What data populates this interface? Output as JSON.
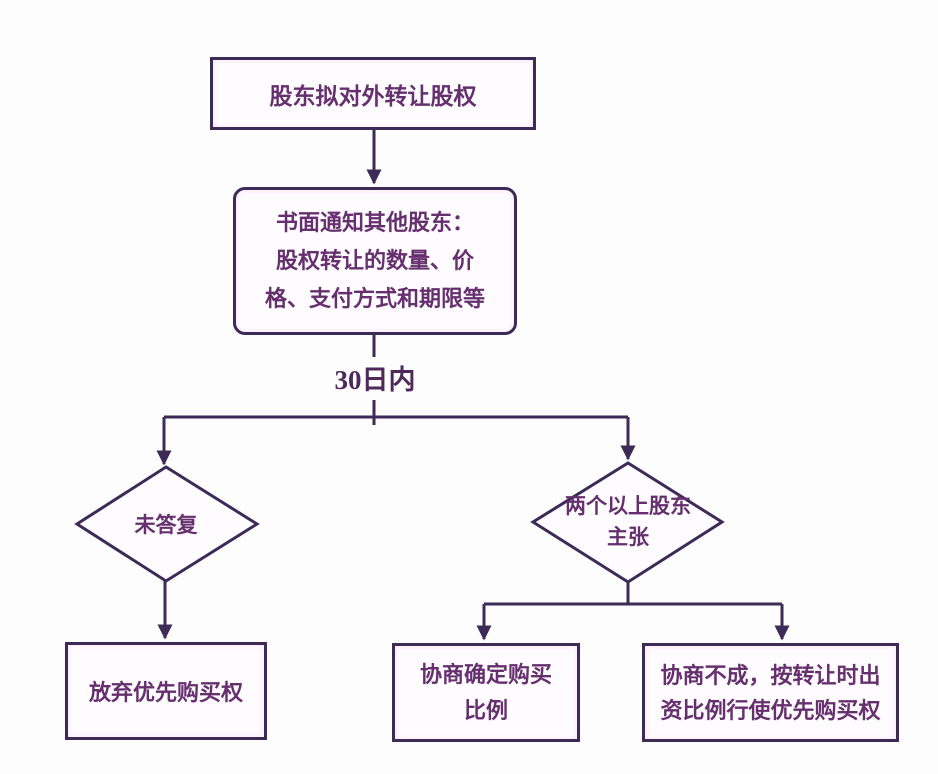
{
  "colors": {
    "line": "#3d2a56",
    "text": "#662f6e",
    "label-text": "#4e2a5c",
    "background": "#fdfdfe"
  },
  "nodes": {
    "start": {
      "label": "股东拟对外转让股权"
    },
    "notice": {
      "line1": "书面通知其他股东：",
      "line2": "股权转让的数量、价",
      "line3": "格、支付方式和期限等"
    },
    "deadline": {
      "label": "30日内"
    },
    "no_reply": {
      "label": "未答复"
    },
    "multiple_claim": {
      "line1": "两个以上股东",
      "line2": "主张"
    },
    "waive": {
      "label": "放弃优先购买权"
    },
    "negotiate": {
      "line1": "协商确定购买",
      "line2": "比例"
    },
    "no_agreement": {
      "line1": "协商不成，按转让时出",
      "line2": "资比例行使优先购买权"
    }
  }
}
